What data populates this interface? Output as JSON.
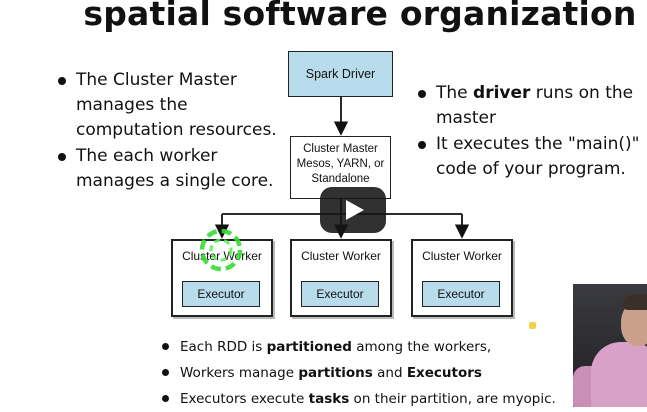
{
  "title": "spatial software organization",
  "left_bullets": [
    "The Cluster Master manages the computation resources.",
    "The each worker manages a single core."
  ],
  "right_bullets": [
    {
      "pre": "The ",
      "bold": "driver",
      "post": " runs on the master"
    },
    {
      "pre": "It executes the \"main()\" code of your program.",
      "bold": "",
      "post": ""
    }
  ],
  "diagram": {
    "driver": "Spark Driver",
    "master_lines": [
      "Cluster Master",
      "Mesos, YARN, or",
      "Standalone"
    ],
    "workers": [
      {
        "label": "Cluster Worker",
        "executor": "Executor"
      },
      {
        "label": "Cluster Worker",
        "executor": "Executor"
      },
      {
        "label": "Cluster Worker",
        "executor": "Executor"
      }
    ]
  },
  "bottom_bullets": [
    {
      "pre": "Each RDD is ",
      "b1": "partitioned",
      "mid": " among the workers,",
      "b2": "",
      "post": ""
    },
    {
      "pre": "Workers manage ",
      "b1": "partitions",
      "mid": " and ",
      "b2": "Executors",
      "post": ""
    },
    {
      "pre": "Executors execute ",
      "b1": "tasks",
      "mid": " on their partition, are myopic.",
      "b2": "",
      "post": ""
    }
  ],
  "colors": {
    "box_fill": "#b8dceb",
    "click_indicator": "#33dd33"
  },
  "icons": {
    "play": "play-icon",
    "click": "click-indicator-icon"
  }
}
